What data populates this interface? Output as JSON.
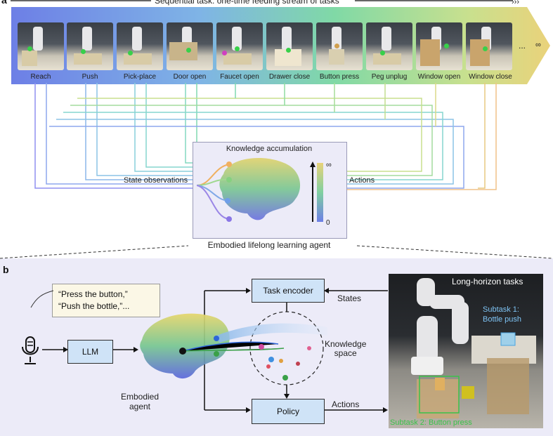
{
  "panel_a": {
    "letter": "a",
    "header": "Sequential task: one-time feeding stream of tasks",
    "tasks": [
      {
        "label": "Reach"
      },
      {
        "label": "Push"
      },
      {
        "label": "Pick-place"
      },
      {
        "label": "Door open"
      },
      {
        "label": "Faucet open"
      },
      {
        "label": "Drawer close"
      },
      {
        "label": "Button press"
      },
      {
        "label": "Peg unplug"
      },
      {
        "label": "Window open"
      },
      {
        "label": "Window close"
      }
    ],
    "ellipsis": "...",
    "infinity": "∞",
    "knowledge_title": "Knowledge accumulation",
    "scale_top": "∞",
    "scale_bottom": "0",
    "state_observations": "State observations",
    "actions": "Actions",
    "agent_label": "Embodied lifelong learning agent"
  },
  "panel_b": {
    "letter": "b",
    "quote_line1": "“Press the button,”",
    "quote_line2": "“Push the bottle,”...",
    "llm": "LLM",
    "task_encoder": "Task encoder",
    "policy": "Policy",
    "states": "States",
    "actions": "Actions",
    "knowledge_space": "Knowledge\nspace",
    "embodied_agent": "Embodied\nagent",
    "photo_title": "Long-horizon tasks",
    "subtask1": "Subtask 1:\nBottle push",
    "subtask2": "Subtask 2: Button press"
  },
  "colors": {
    "banner_start": "#6f7fe0",
    "banner_mid": "#7ed6a6",
    "banner_end": "#e8d27a",
    "panel_b_bg": "#ecebf8",
    "box_fill": "#cfe3f7"
  }
}
